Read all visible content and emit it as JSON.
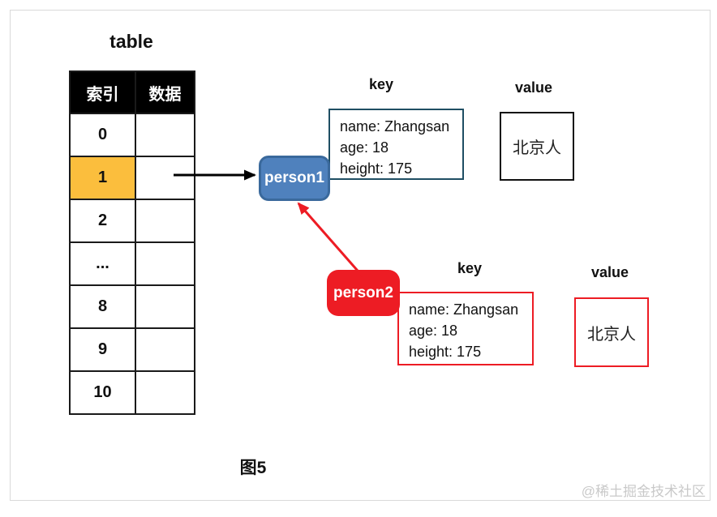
{
  "title": "table",
  "caption": "图5",
  "watermark": "@稀土掘金技术社区",
  "colors": {
    "highlight_yellow": "#FBBE3D",
    "person1_fill": "#4F81BD",
    "person1_border": "#3A699C",
    "person2_fill": "#ED1C24",
    "key1_border": "#1F4E63",
    "accent_red": "#ED1C24",
    "table_header_bg": "#000000"
  },
  "table": {
    "headers": [
      "索引",
      "数据"
    ],
    "rows": [
      "0",
      "1",
      "2",
      "...",
      "8",
      "9",
      "10"
    ],
    "highlighted_row": "1"
  },
  "nodes": {
    "person1": {
      "label": "person1"
    },
    "person2": {
      "label": "person2"
    }
  },
  "entries": [
    {
      "key_label": "key",
      "value_label": "value",
      "key_lines": [
        "name: Zhangsan",
        "age: 18",
        "height: 175"
      ],
      "value_text": "北京人"
    },
    {
      "key_label": "key",
      "value_label": "value",
      "key_lines": [
        "name: Zhangsan",
        "age: 18",
        "height: 175"
      ],
      "value_text": "北京人"
    }
  ]
}
